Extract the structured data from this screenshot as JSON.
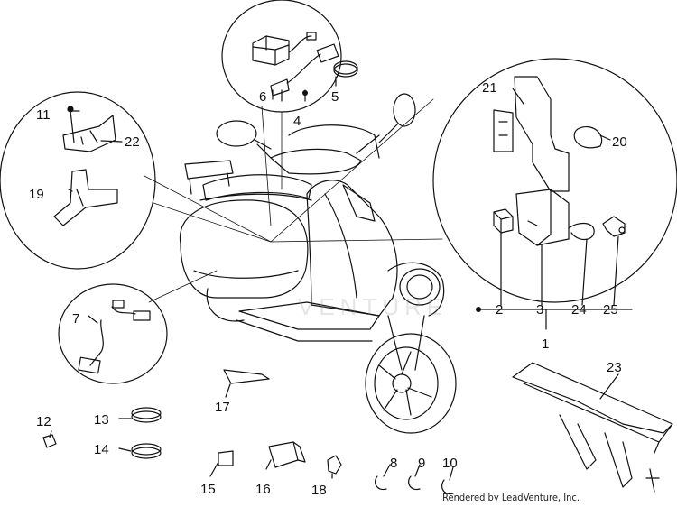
{
  "diagram": {
    "callouts": {
      "c1": "1",
      "c2": "2",
      "c3": "3",
      "c4": "4",
      "c5": "5",
      "c6": "6",
      "c7": "7",
      "c8": "8",
      "c9": "9",
      "c10": "10",
      "c11": "11",
      "c12": "12",
      "c13": "13",
      "c14": "14",
      "c15": "15",
      "c16": "16",
      "c17": "17",
      "c18": "18",
      "c19": "19",
      "c20": "20",
      "c21": "21",
      "c22": "22",
      "c23": "23",
      "c24": "24",
      "c25": "25"
    },
    "watermark": "VENTURE",
    "credit": "Rendered by LeadVenture, Inc."
  }
}
